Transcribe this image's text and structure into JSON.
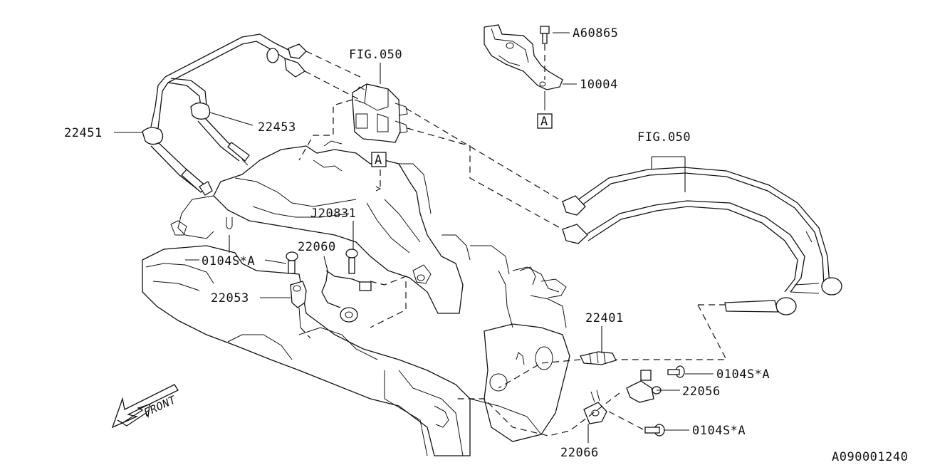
{
  "callouts": {
    "p22451": "22451",
    "p22453": "22453",
    "fig050_top": "FIG.050",
    "a60865": "A60865",
    "p10004": "10004",
    "fig050_right": "FIG.050",
    "j20831": "J20831",
    "p22060": "22060",
    "bolt_left": "0104S*A",
    "p22053": "22053",
    "p22401": "22401",
    "bolt_right1": "0104S*A",
    "p22056": "22056",
    "bolt_right2": "0104S*A",
    "p22066": "22066",
    "ref_a1": "A",
    "ref_a2": "A"
  },
  "front_label": "FRONT",
  "diagram_id": "A090001240"
}
